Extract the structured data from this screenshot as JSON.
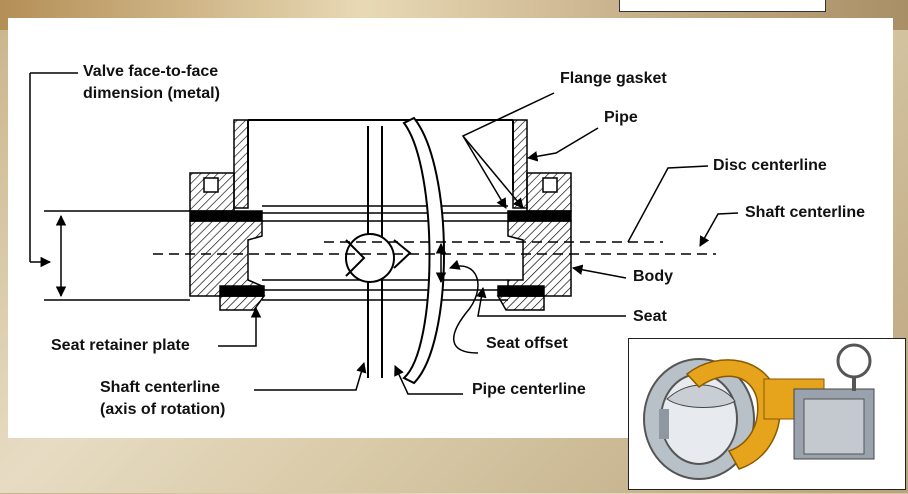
{
  "header": {
    "title_fragment": ""
  },
  "labels": {
    "valve_face": "Valve face-to-face",
    "valve_face_2": "dimension (metal)",
    "flange_gasket": "Flange gasket",
    "pipe": "Pipe",
    "disc_centerline": "Disc centerline",
    "shaft_centerline": "Shaft centerline",
    "body": "Body",
    "seat": "Seat",
    "seat_offset": "Seat offset",
    "seat_retainer": "Seat retainer plate",
    "shaft_axis": "Shaft centerline",
    "shaft_axis_2": "(axis of rotation)",
    "pipe_centerline": "Pipe centerline"
  },
  "colors": {
    "title_red": "#d21d1d",
    "valve_yellow": "#e6a41c",
    "valve_gray": "#9aa3ad"
  }
}
